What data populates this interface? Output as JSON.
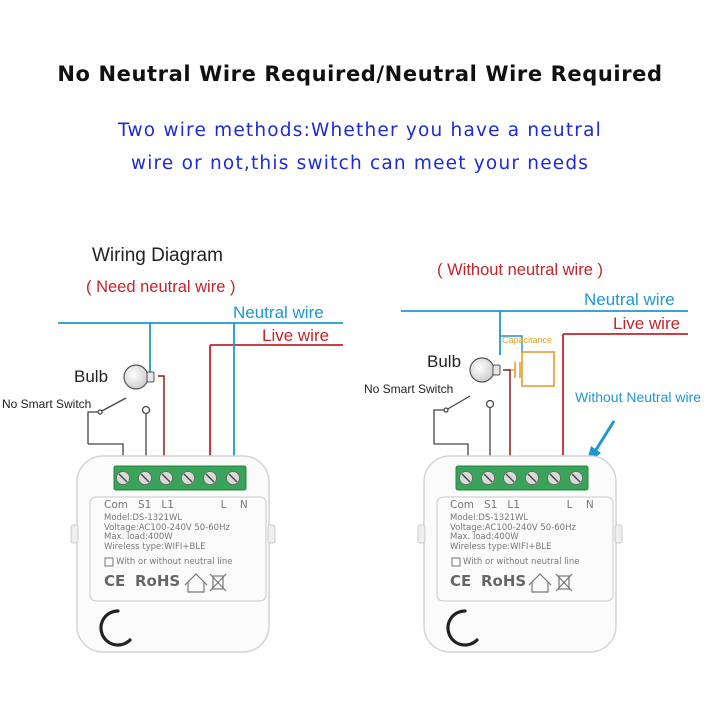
{
  "header": {
    "title": "No Neutral Wire Required/Neutral Wire Required",
    "subtitle_line1": "Two wire methods:Whether you have a neutral",
    "subtitle_line2": "wire or not,this switch can meet your needs"
  },
  "left_diagram": {
    "heading": "Wiring Diagram",
    "mode": "( Need neutral wire )",
    "neutral_wire": "Neutral wire",
    "live_wire": "Live wire",
    "bulb": "Bulb",
    "switch": "No Smart Switch"
  },
  "right_diagram": {
    "mode": "( Without neutral wire )",
    "neutral_wire": "Neutral wire",
    "live_wire": "Live wire",
    "capacitance": "Capacitance",
    "bulb": "Bulb",
    "switch": "No Smart Switch",
    "callout": "Without Neutral wire"
  },
  "device": {
    "terminals": [
      "Com",
      "S1",
      "L1",
      "L",
      "N"
    ],
    "model": "Model:DS-1321WL",
    "voltage": "Voltage:AC100-240V  50-60Hz",
    "max_load": "Max. load:400W",
    "wireless": "Wireless type:WIFI+BLE",
    "neutral_note": "With or without neutral line",
    "cert_ce": "CE",
    "cert_rohs": "RoHS"
  },
  "colors": {
    "neutral": "#1f97cf",
    "live": "#c0262b",
    "subtitle": "#1c2bd6",
    "terminal": "#3aa35a",
    "capacitor": "#e0a030"
  }
}
